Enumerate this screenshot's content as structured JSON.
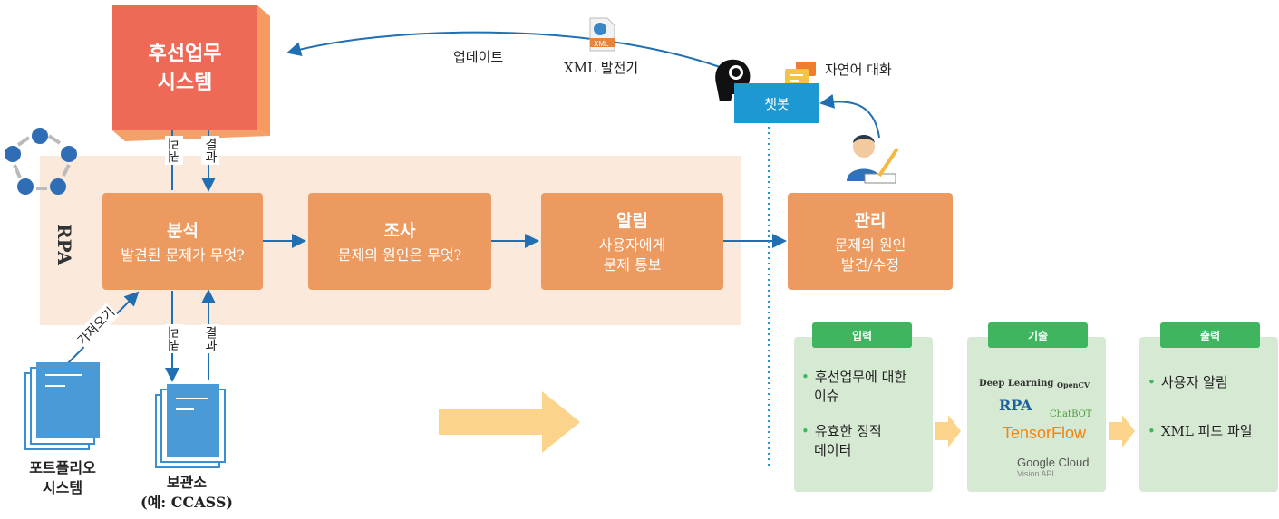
{
  "system": {
    "title_line1": "후선업무",
    "title_line2": "시스템"
  },
  "update_label": "업데이트",
  "xml_generator": {
    "label": "XML 발전기",
    "icon_text": "XML"
  },
  "natural_chat": "자연어 대화",
  "chatbot": "챗봇",
  "rpa_label": "RPA",
  "query": "쿼리",
  "result": "결과",
  "fetch": "가져오기",
  "processes": [
    {
      "title": "분석",
      "desc1": "발견된 문제가 무엇?",
      "desc2": ""
    },
    {
      "title": "조사",
      "desc1": "문제의 원인은 무엇?",
      "desc2": ""
    },
    {
      "title": "알림",
      "desc1": "사용자에게",
      "desc2": "문제 통보"
    },
    {
      "title": "관리",
      "desc1": "문제의 원인",
      "desc2": "발견/수정"
    }
  ],
  "portfolio": {
    "line1": "포트폴리오",
    "line2": "시스템"
  },
  "archive": {
    "line1": "보관소",
    "line2": "(예: CCASS)"
  },
  "input": {
    "label": "입력",
    "items": [
      "후선업무에 대한",
      "이슈",
      "유효한 정적",
      "데이터"
    ]
  },
  "tech": {
    "label": "기술",
    "deep_learning": "Deep Learning",
    "opencv": "OpenCV",
    "rpa": "RPA",
    "chatbot": "ChatBOT",
    "tensorflow": "TensorFlow",
    "google_cloud": "Google Cloud",
    "vision_api": "Vision API"
  },
  "output": {
    "label": "출력",
    "items": [
      "사용자 알림",
      "XML 피드 파일"
    ]
  },
  "colors": {
    "process": "#ec9a60",
    "system": "#ee6a57",
    "panel": "#d6ead3",
    "pill": "#3fb560",
    "chatbot": "#1d98d3",
    "arrow": "#1f6fb2"
  }
}
